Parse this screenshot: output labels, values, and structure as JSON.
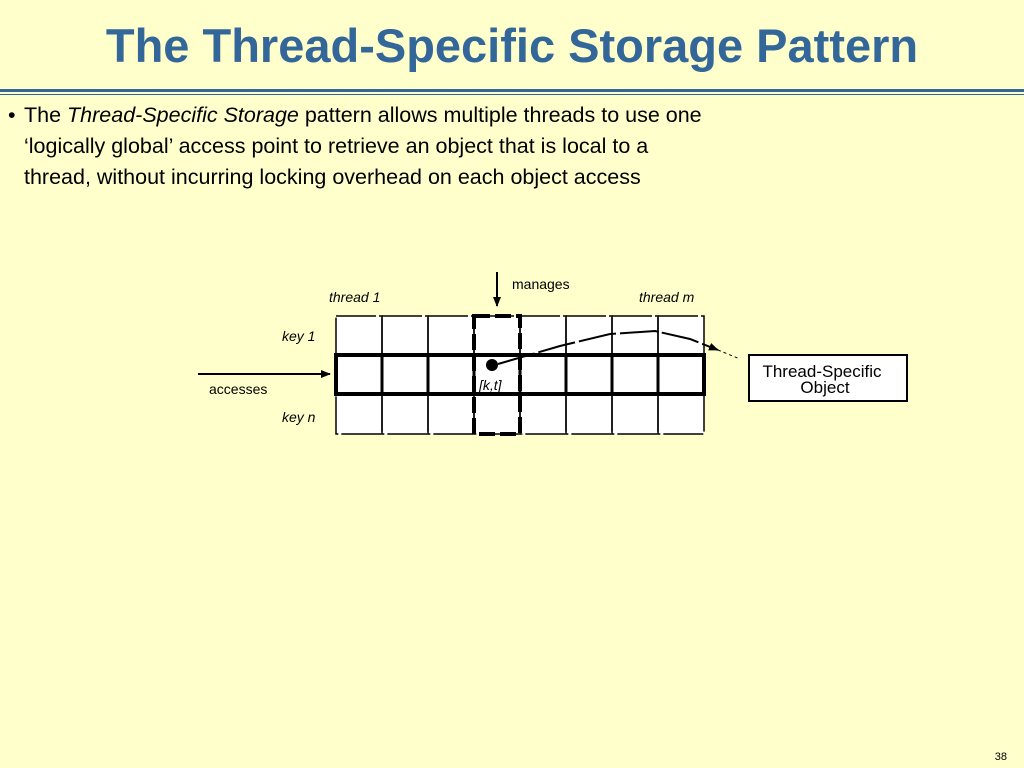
{
  "slide": {
    "title": "The Thread-Specific Storage Pattern",
    "page_number": "38"
  },
  "bullet": {
    "marker": "•",
    "prefix": "The ",
    "emphasis": "Thread-Specific Storage",
    "text": " pattern allows multiple threads to use one ‘logically global’ access point to retrieve an object that is local to a thread, without incurring locking overhead on each object access"
  },
  "diagram": {
    "manages_label": "manages",
    "thread_first_label": "thread 1",
    "thread_last_label": "thread m",
    "key_first_label": "key 1",
    "key_last_label": "key n",
    "accesses_label": "accesses",
    "cell_label": "[k,t]",
    "object_line1": "Thread-Specific",
    "object_line2": "Object",
    "grid_rows": 3,
    "grid_columns": 8,
    "highlighted_row": 2,
    "highlighted_column": 4
  }
}
